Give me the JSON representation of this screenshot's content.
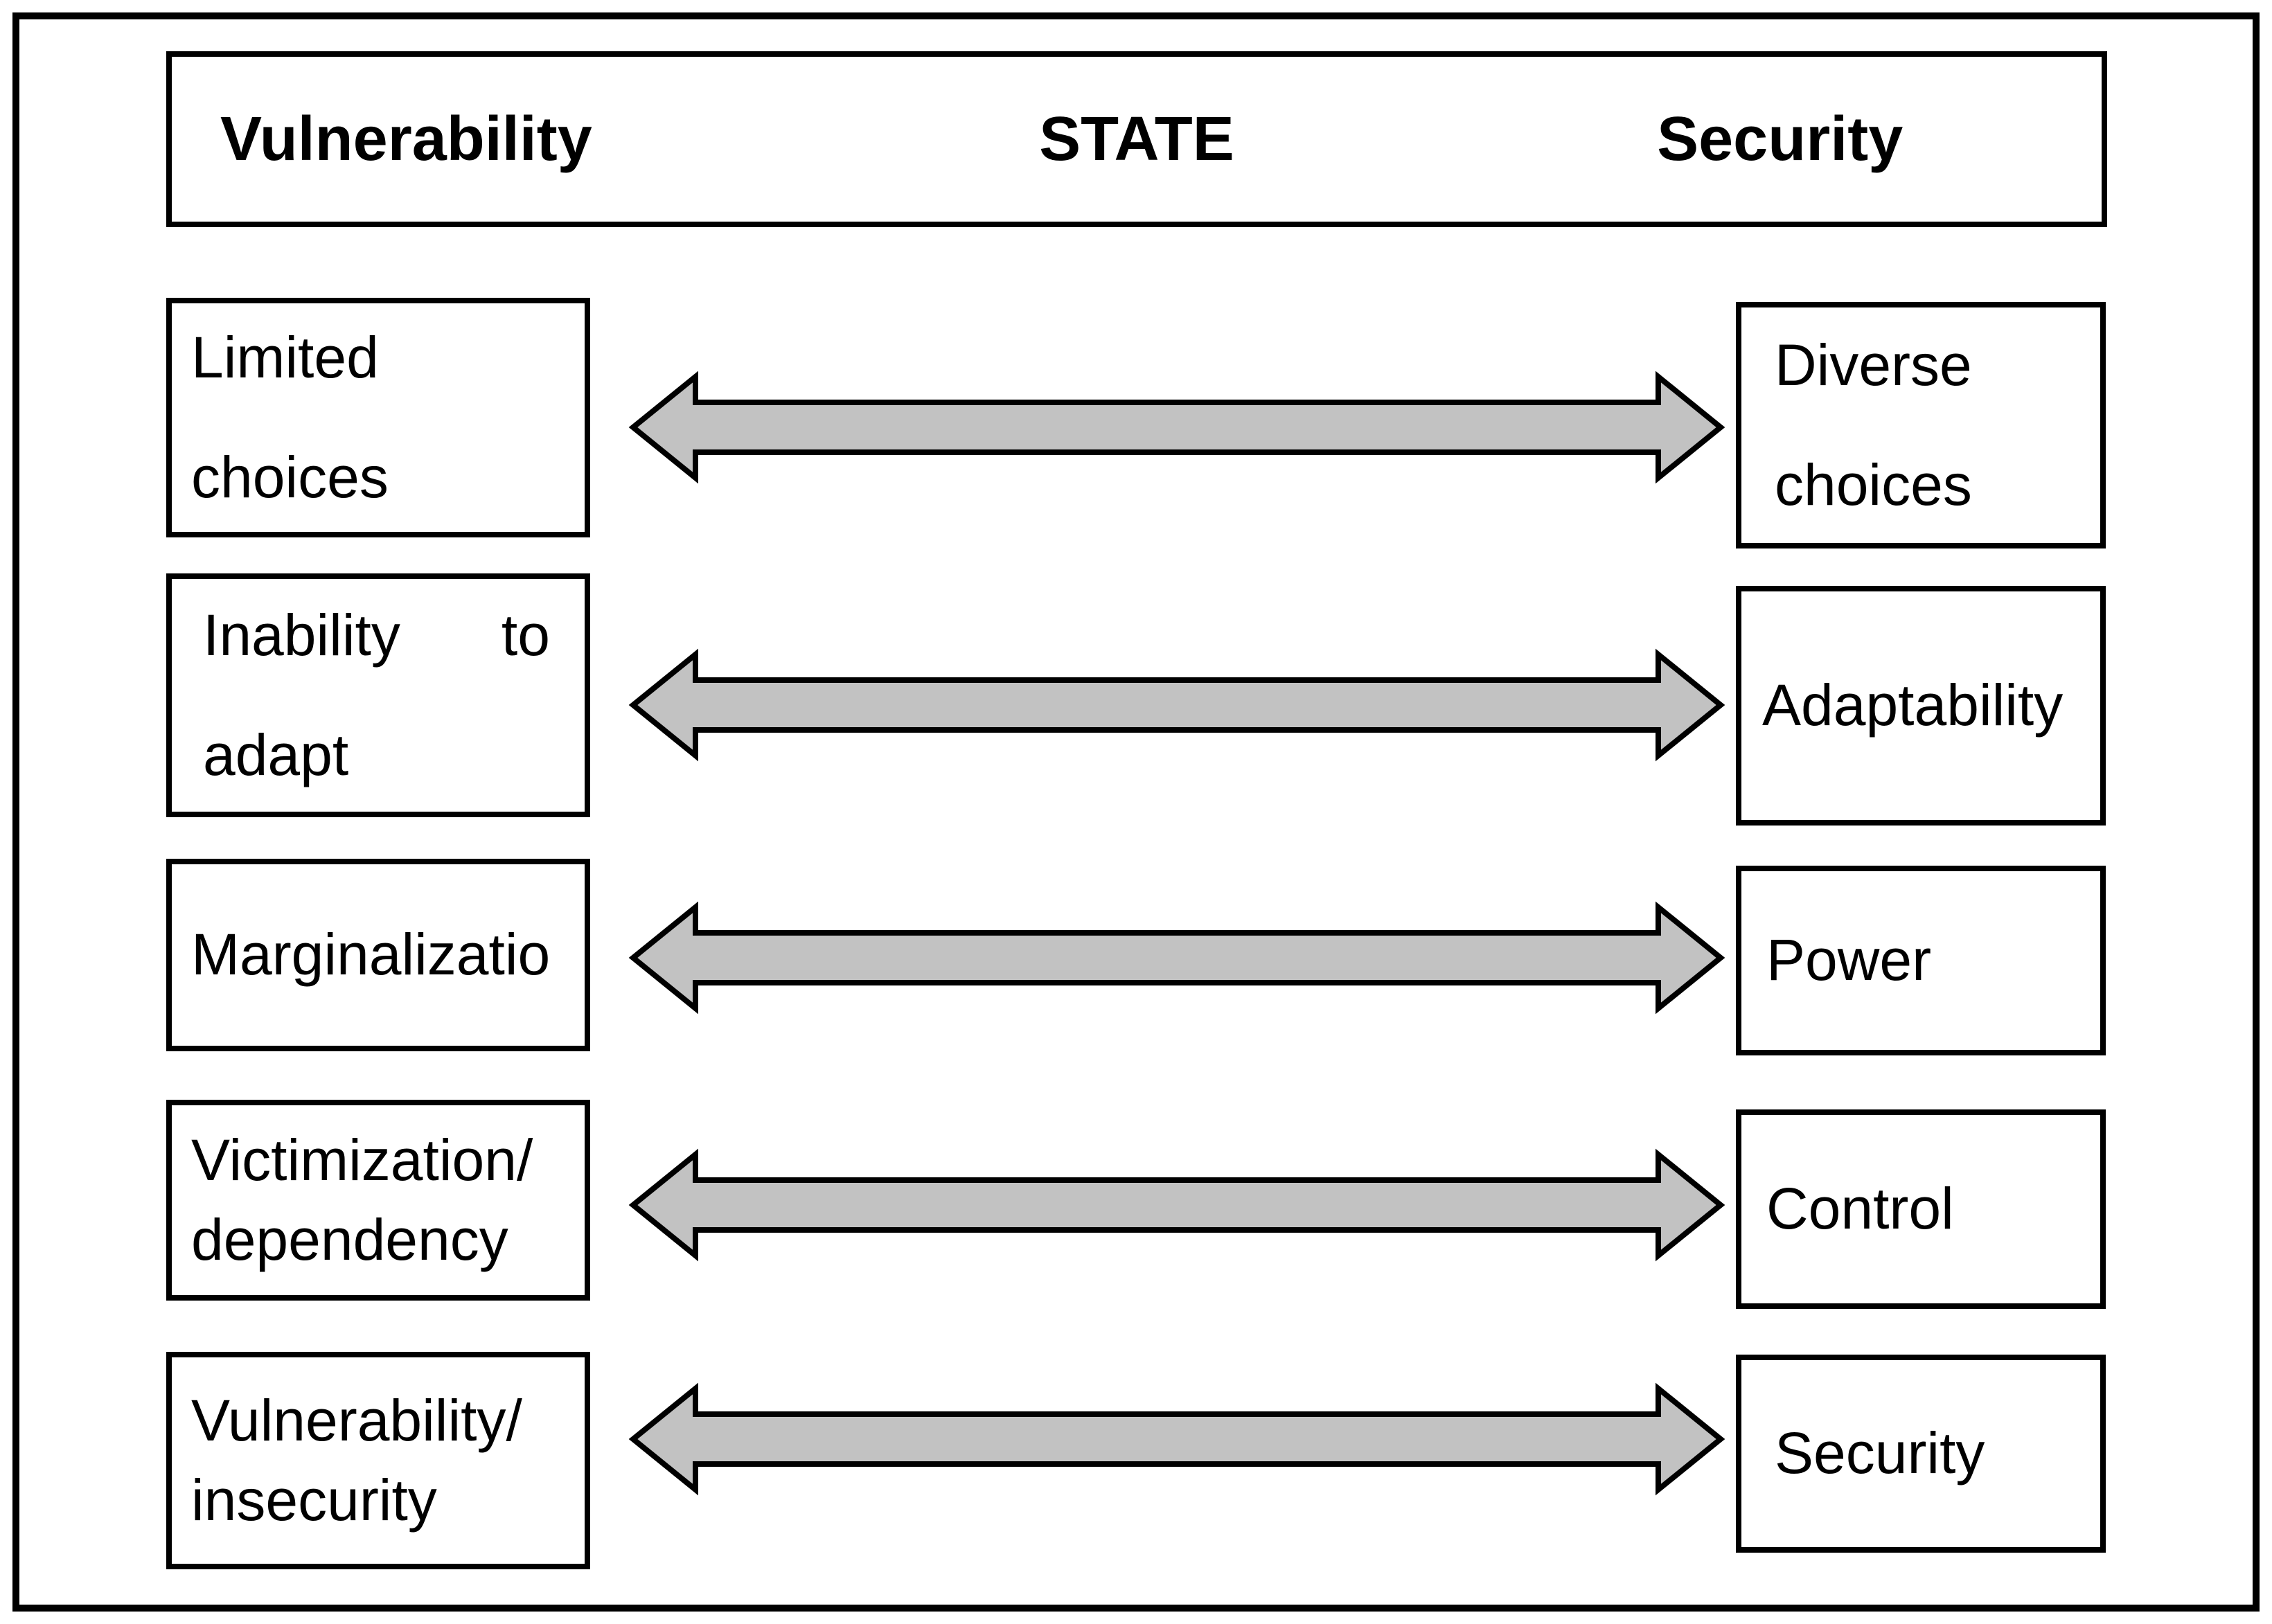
{
  "header": {
    "left_label": "Vulnerability",
    "center_label": "STATE",
    "right_label": "Security"
  },
  "rows": [
    {
      "left_lines": [
        "Limited",
        "choices"
      ],
      "right_lines": [
        "Diverse",
        "choices"
      ]
    },
    {
      "left_lines": [
        "Inability to",
        "adapt"
      ],
      "right_lines": [
        "Adaptability"
      ]
    },
    {
      "left_lines": [
        "Marginalizatio"
      ],
      "right_lines": [
        "Power"
      ]
    },
    {
      "left_lines": [
        "Victimization/",
        "dependency"
      ],
      "right_lines": [
        "Control"
      ]
    },
    {
      "left_lines": [
        "Vulnerability/",
        "insecurity"
      ],
      "right_lines": [
        "Security"
      ]
    }
  ],
  "arrow": {
    "type": "double-headed-horizontal",
    "count": 5,
    "fill": "#c2c2c2",
    "stroke": "#000000"
  },
  "colors": {
    "background": "#ffffff",
    "border": "#000000",
    "text": "#000000"
  }
}
